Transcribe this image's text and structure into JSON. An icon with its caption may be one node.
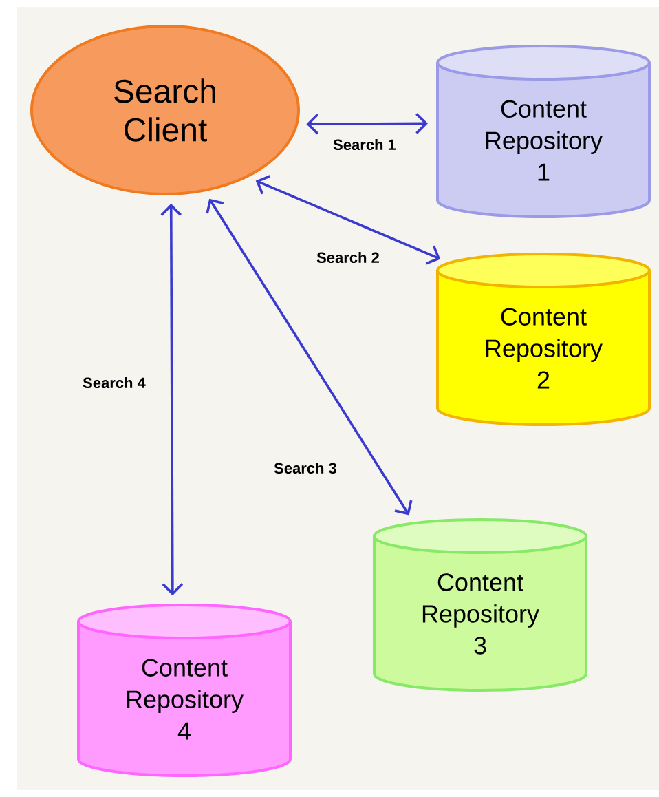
{
  "diagram": {
    "nodes": [
      {
        "text": [
          "Search Client"
        ]
      },
      {
        "text": [
          "Content Repository 1"
        ]
      },
      {
        "text": [
          "Content Repository 2"
        ]
      },
      {
        "text": [
          "Content Repository 3"
        ]
      },
      {
        "text": [
          "Content Repository 4"
        ]
      }
    ],
    "edges": [
      {
        "from": 0,
        "to": 1,
        "arrow": "both",
        "label": "Search 1"
      },
      {
        "from": 0,
        "to": 2,
        "arrow": "both",
        "label": "Search 2"
      },
      {
        "from": 0,
        "to": 3,
        "arrow": "both",
        "label": "Search 3"
      },
      {
        "from": 0,
        "to": 4,
        "arrow": "both",
        "label": "Search 4"
      }
    ]
  }
}
